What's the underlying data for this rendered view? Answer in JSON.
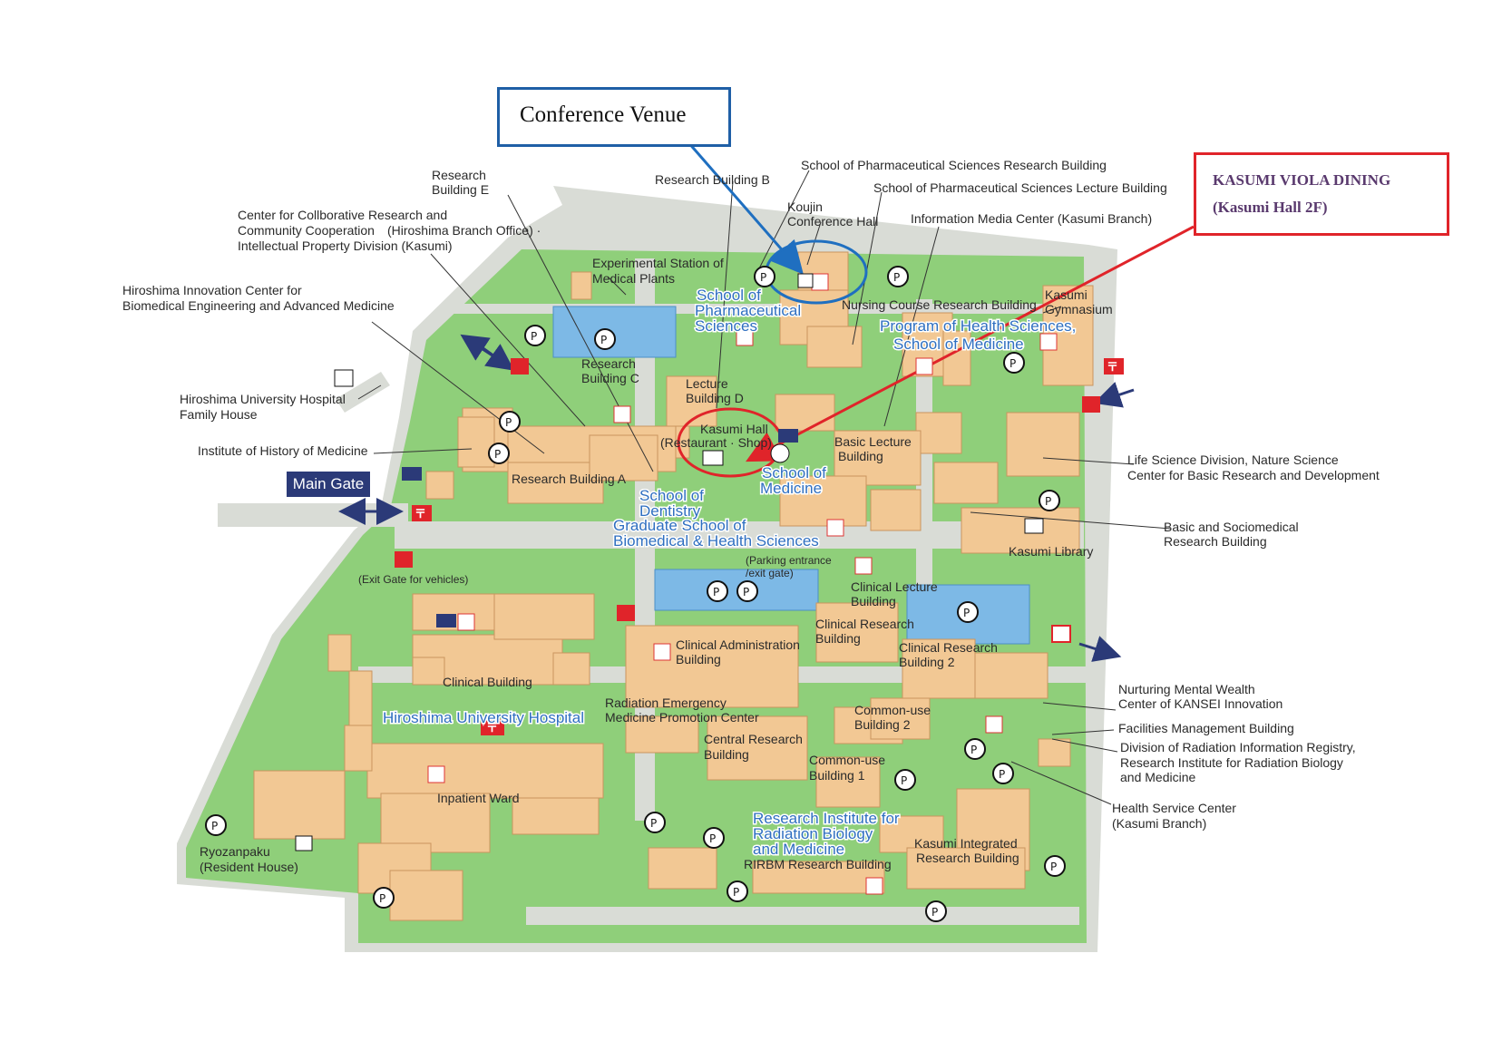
{
  "callouts": {
    "venue": "Conference Venue",
    "dining_line1": "KASUMI VIOLA DINING",
    "dining_line2": "(Kasumi Hall 2F)"
  },
  "gate": "Main Gate",
  "labels": {
    "research_e": [
      "Research",
      "Building E"
    ],
    "research_b": "Research Building B",
    "pharm_research": "School of Pharmaceutical Sciences Research Building",
    "pharm_lecture": "School of Pharmaceutical Sciences Lecture Building",
    "koujin": [
      "Koujin",
      "Conference Hall"
    ],
    "info_media": "Information Media Center (Kasumi Branch)",
    "collab": [
      "Center for Collborative Research and",
      "Community Cooperation　(Hiroshima Branch Office) ·",
      "Intellectual Property Division (Kasumi)"
    ],
    "innovation": [
      "Hiroshima Innovation Center for",
      "Biomedical Engineering and Advanced Medicine"
    ],
    "experimental": [
      "Experimental Station of",
      "Medical Plants"
    ],
    "nursing": "Nursing Course Research Building",
    "gymnasium": [
      "Kasumi",
      "Gymnasium"
    ],
    "family_house": [
      "Hiroshima University Hospital",
      "Family House"
    ],
    "history": "Institute of History of Medicine",
    "research_c": [
      "Research",
      "Building C"
    ],
    "lecture_d": [
      "Lecture",
      "Building D"
    ],
    "kasumi_hall": [
      "Kasumi Hall",
      "(Restaurant · Shop)"
    ],
    "basic_lecture": [
      "Basic Lecture",
      "Building"
    ],
    "research_a": "Research Building A",
    "life_science": [
      "Life Science Division, Nature Science",
      "Center for Basic Research and Development"
    ],
    "basic_socio": [
      "Basic and Sociomedical",
      "Research Building"
    ],
    "kasumi_library": "Kasumi Library",
    "parking_entrance": [
      "(Parking entrance",
      "/exit gate)"
    ],
    "exit_gate": "(Exit Gate for vehicles)",
    "clinical_lecture": [
      "Clinical Lecture",
      "Building"
    ],
    "clinical_research": [
      "Clinical Research",
      "Building"
    ],
    "clinical_research2": [
      "Clinical Research",
      "Building 2"
    ],
    "clinical_admin": [
      "Clinical Administration",
      "Building"
    ],
    "clinical_building": "Clinical Building",
    "radiation_emergency": [
      "Radiation Emergency",
      "Medicine Promotion Center"
    ],
    "central_research": [
      "Central Research",
      "Building"
    ],
    "common_use2": [
      "Common-use",
      "Building 2"
    ],
    "common_use1": [
      "Common-use",
      "Building 1"
    ],
    "nurturing": [
      "Nurturing Mental Wealth",
      "Center of  KANSEI Innovation"
    ],
    "facilities": "Facilities Management Building",
    "radiation_registry": [
      "Division of Radiation Information Registry,",
      "Research Institute for Radiation Biology",
      "and Medicine"
    ],
    "health_service": [
      "Health Service Center",
      "(Kasumi Branch)"
    ],
    "inpatient": "Inpatient Ward",
    "ryozanpaku": [
      "Ryozanpaku",
      "(Resident House)"
    ],
    "kasumi_integrated": [
      "Kasumi Integrated",
      "Research Building"
    ],
    "rirbm": "RIRBM Research Building"
  },
  "zones": {
    "pharmaceutical": [
      "School of",
      "Pharmaceutical",
      "Sciences"
    ],
    "health_sciences": [
      "Program of Health Sciences,",
      "School of Medicine"
    ],
    "medicine": [
      "School of",
      "Medicine"
    ],
    "dentistry": [
      "School of",
      "Dentistry",
      "Graduate School of",
      "Biomedical & Health Sciences"
    ],
    "hospital": "Hiroshima University Hospital",
    "radiation": [
      "Research Institute for",
      "Radiation Biology",
      "and Medicine"
    ]
  },
  "icons": {
    "parking": "P",
    "atm": "ATM",
    "aed": "AED",
    "post": "〒"
  },
  "colors": {
    "ground": "#8fcf7a",
    "road": "#d9dcd6",
    "building": "#f2c894",
    "parking_lot": "#7db9e6",
    "zone_text": "#2f6fc0",
    "venue_accent": "#1f5fa6",
    "dining_accent": "#e0242a",
    "gate_bg": "#2b3a78"
  }
}
